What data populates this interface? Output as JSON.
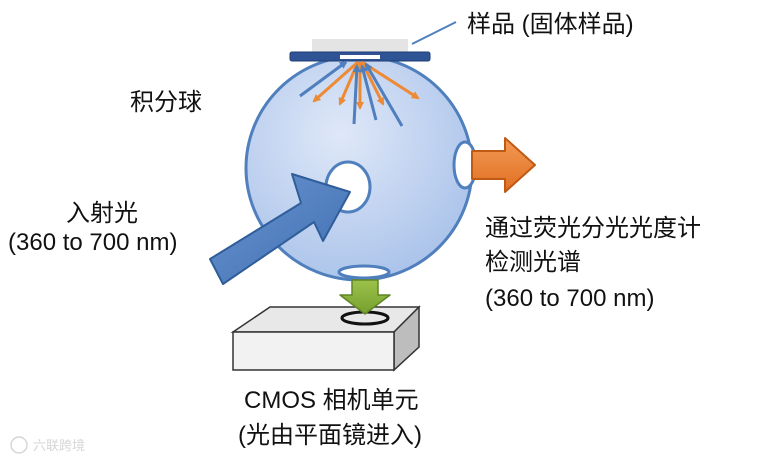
{
  "labels": {
    "sample": "样品 (固体样品)",
    "sphere": "积分球",
    "incident_line1": "入射光",
    "incident_line2": "(360 to 700 nm)",
    "detector_line1": "通过荧光分光光度计",
    "detector_line2": "检测光谱",
    "detector_line3": "(360 to 700 nm)",
    "cmos_line1": "CMOS 相机单元",
    "cmos_line2": "(光由平面镜进入)"
  },
  "watermark": "六联跨境",
  "colors": {
    "sphere_fill": "#c4d6f2",
    "sphere_stroke": "#4f7fbd",
    "sample_plate": "#2f5496",
    "sample_slide": "#e4e4e4",
    "incident_arrow": "#4f7fbd",
    "incident_arrow_stroke": "#2f5e9a",
    "scatter_arrow": "#ed8a33",
    "reflect_arrow": "#4f7fbd",
    "output_arrow": "#ed7d31",
    "output_arrow_stroke": "#bf5a15",
    "green_arrow": "#8db63c",
    "box_face": "#f2f2f2",
    "box_top": "#e6e6e6",
    "box_side": "#bdbdbd"
  }
}
